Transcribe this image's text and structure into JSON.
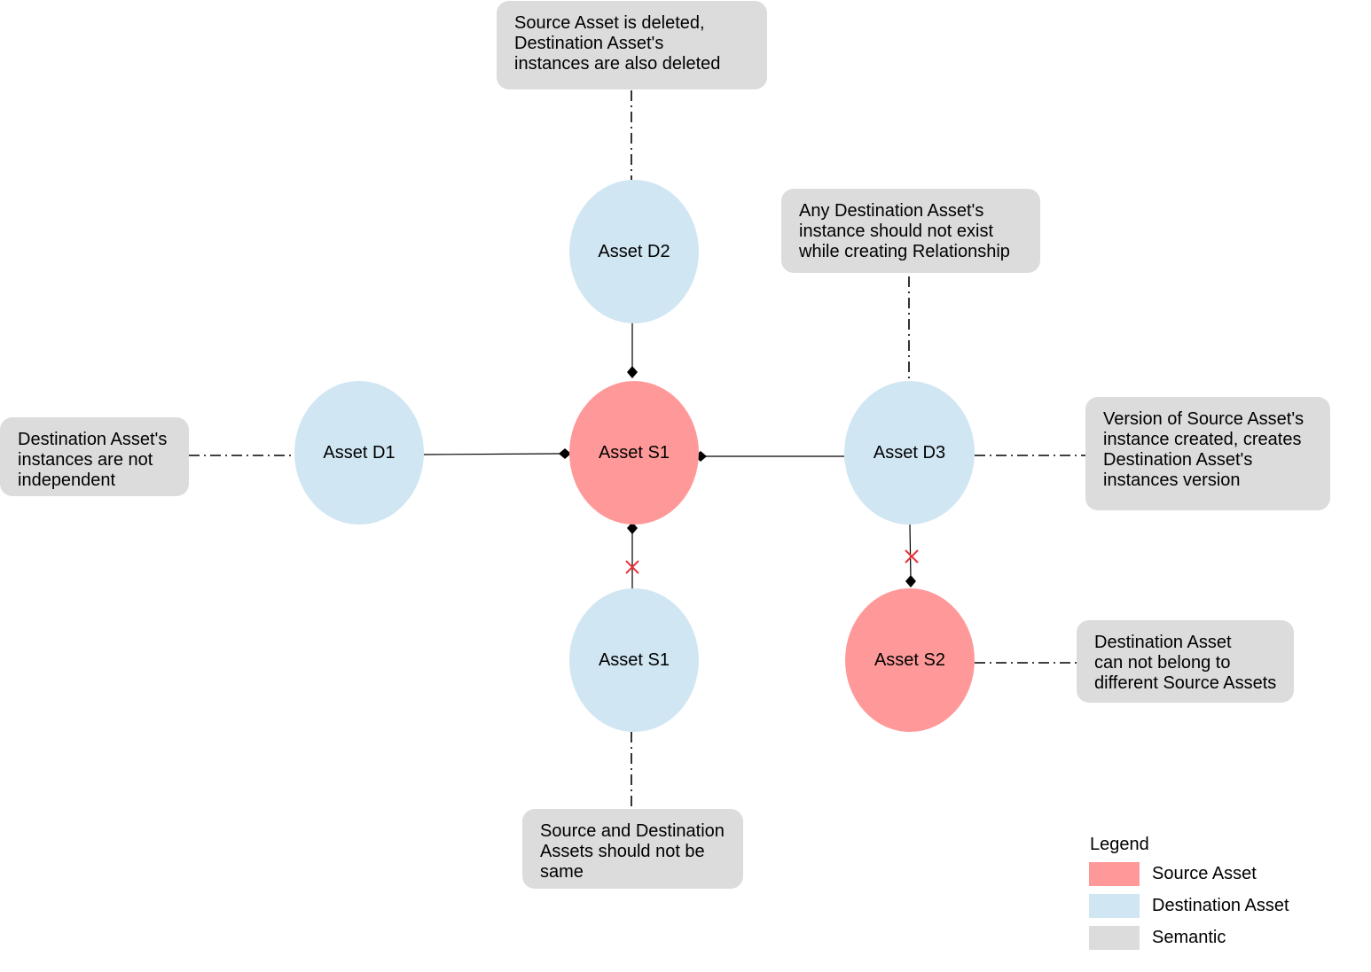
{
  "colors": {
    "source": "#ff9999",
    "destination": "#d0e6f3",
    "semantic": "#dcdcdc",
    "invalid_mark": "#e8333a"
  },
  "nodes": {
    "s1": {
      "label": "Asset S1",
      "kind": "source"
    },
    "d1": {
      "label": "Asset D1",
      "kind": "destination"
    },
    "d2": {
      "label": "Asset D2",
      "kind": "destination"
    },
    "d3": {
      "label": "Asset D3",
      "kind": "destination"
    },
    "s1_dest": {
      "label": "Asset S1",
      "kind": "destination"
    },
    "s2": {
      "label": "Asset S2",
      "kind": "source"
    }
  },
  "notes": {
    "top": "Source Asset is deleted,\nDestination Asset's\ninstances are also deleted",
    "left": "Destination Asset's\ninstances are not\nindependent",
    "top_right": "Any Destination Asset's\ninstance should not exist\nwhile creating Relationship",
    "right": "Version of Source Asset's\ninstance created, creates\nDestination Asset's\ninstances version",
    "bottom_right": "Destination Asset\ncan not belong to\ndifferent Source  Assets",
    "bottom": "Source and Destination\nAssets should not be\nsame"
  },
  "legend": {
    "title": "Legend",
    "items": [
      {
        "label": "Source Asset"
      },
      {
        "label": "Destination Asset"
      },
      {
        "label": "Semantic"
      }
    ]
  }
}
